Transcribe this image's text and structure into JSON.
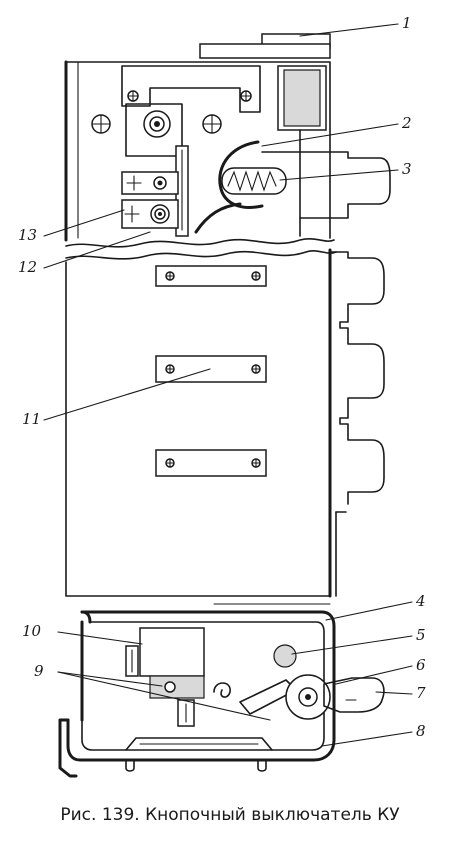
{
  "figure": {
    "caption": "Рис. 139. Кнопочный выключатель КУ",
    "labels": [
      "1",
      "2",
      "3",
      "4",
      "5",
      "6",
      "7",
      "8",
      "9",
      "10",
      "11",
      "12",
      "13"
    ]
  }
}
